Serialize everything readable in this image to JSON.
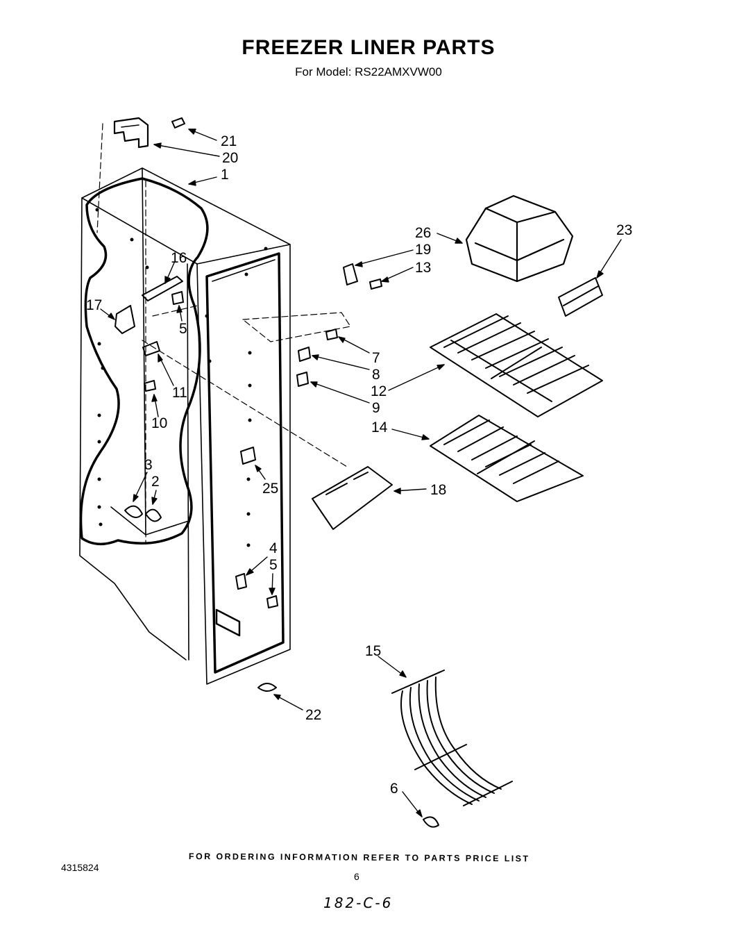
{
  "header": {
    "title": "FREEZER LINER PARTS",
    "model_line": "For Model: RS22AMXVW00"
  },
  "callouts": [
    {
      "id": "c21",
      "label": "21"
    },
    {
      "id": "c20",
      "label": "20"
    },
    {
      "id": "c1",
      "label": "1"
    },
    {
      "id": "c26",
      "label": "26"
    },
    {
      "id": "c19",
      "label": "19"
    },
    {
      "id": "c13",
      "label": "13"
    },
    {
      "id": "c23",
      "label": "23"
    },
    {
      "id": "c16",
      "label": "16"
    },
    {
      "id": "c17",
      "label": "17"
    },
    {
      "id": "c5a",
      "label": "5"
    },
    {
      "id": "c7",
      "label": "7"
    },
    {
      "id": "c8",
      "label": "8"
    },
    {
      "id": "c12",
      "label": "12"
    },
    {
      "id": "c9",
      "label": "9"
    },
    {
      "id": "c11",
      "label": "11"
    },
    {
      "id": "c10",
      "label": "10"
    },
    {
      "id": "c14",
      "label": "14"
    },
    {
      "id": "c3",
      "label": "3"
    },
    {
      "id": "c2",
      "label": "2"
    },
    {
      "id": "c25",
      "label": "25"
    },
    {
      "id": "c18",
      "label": "18"
    },
    {
      "id": "c4",
      "label": "4"
    },
    {
      "id": "c5b",
      "label": "5"
    },
    {
      "id": "c15",
      "label": "15"
    },
    {
      "id": "c22",
      "label": "22"
    },
    {
      "id": "c6",
      "label": "6"
    }
  ],
  "footer": {
    "ordering_note": "FOR ORDERING INFORMATION REFER TO PARTS PRICE LIST",
    "document_number": "4315824",
    "page_number": "6",
    "handwritten_code": "182-C-6"
  }
}
